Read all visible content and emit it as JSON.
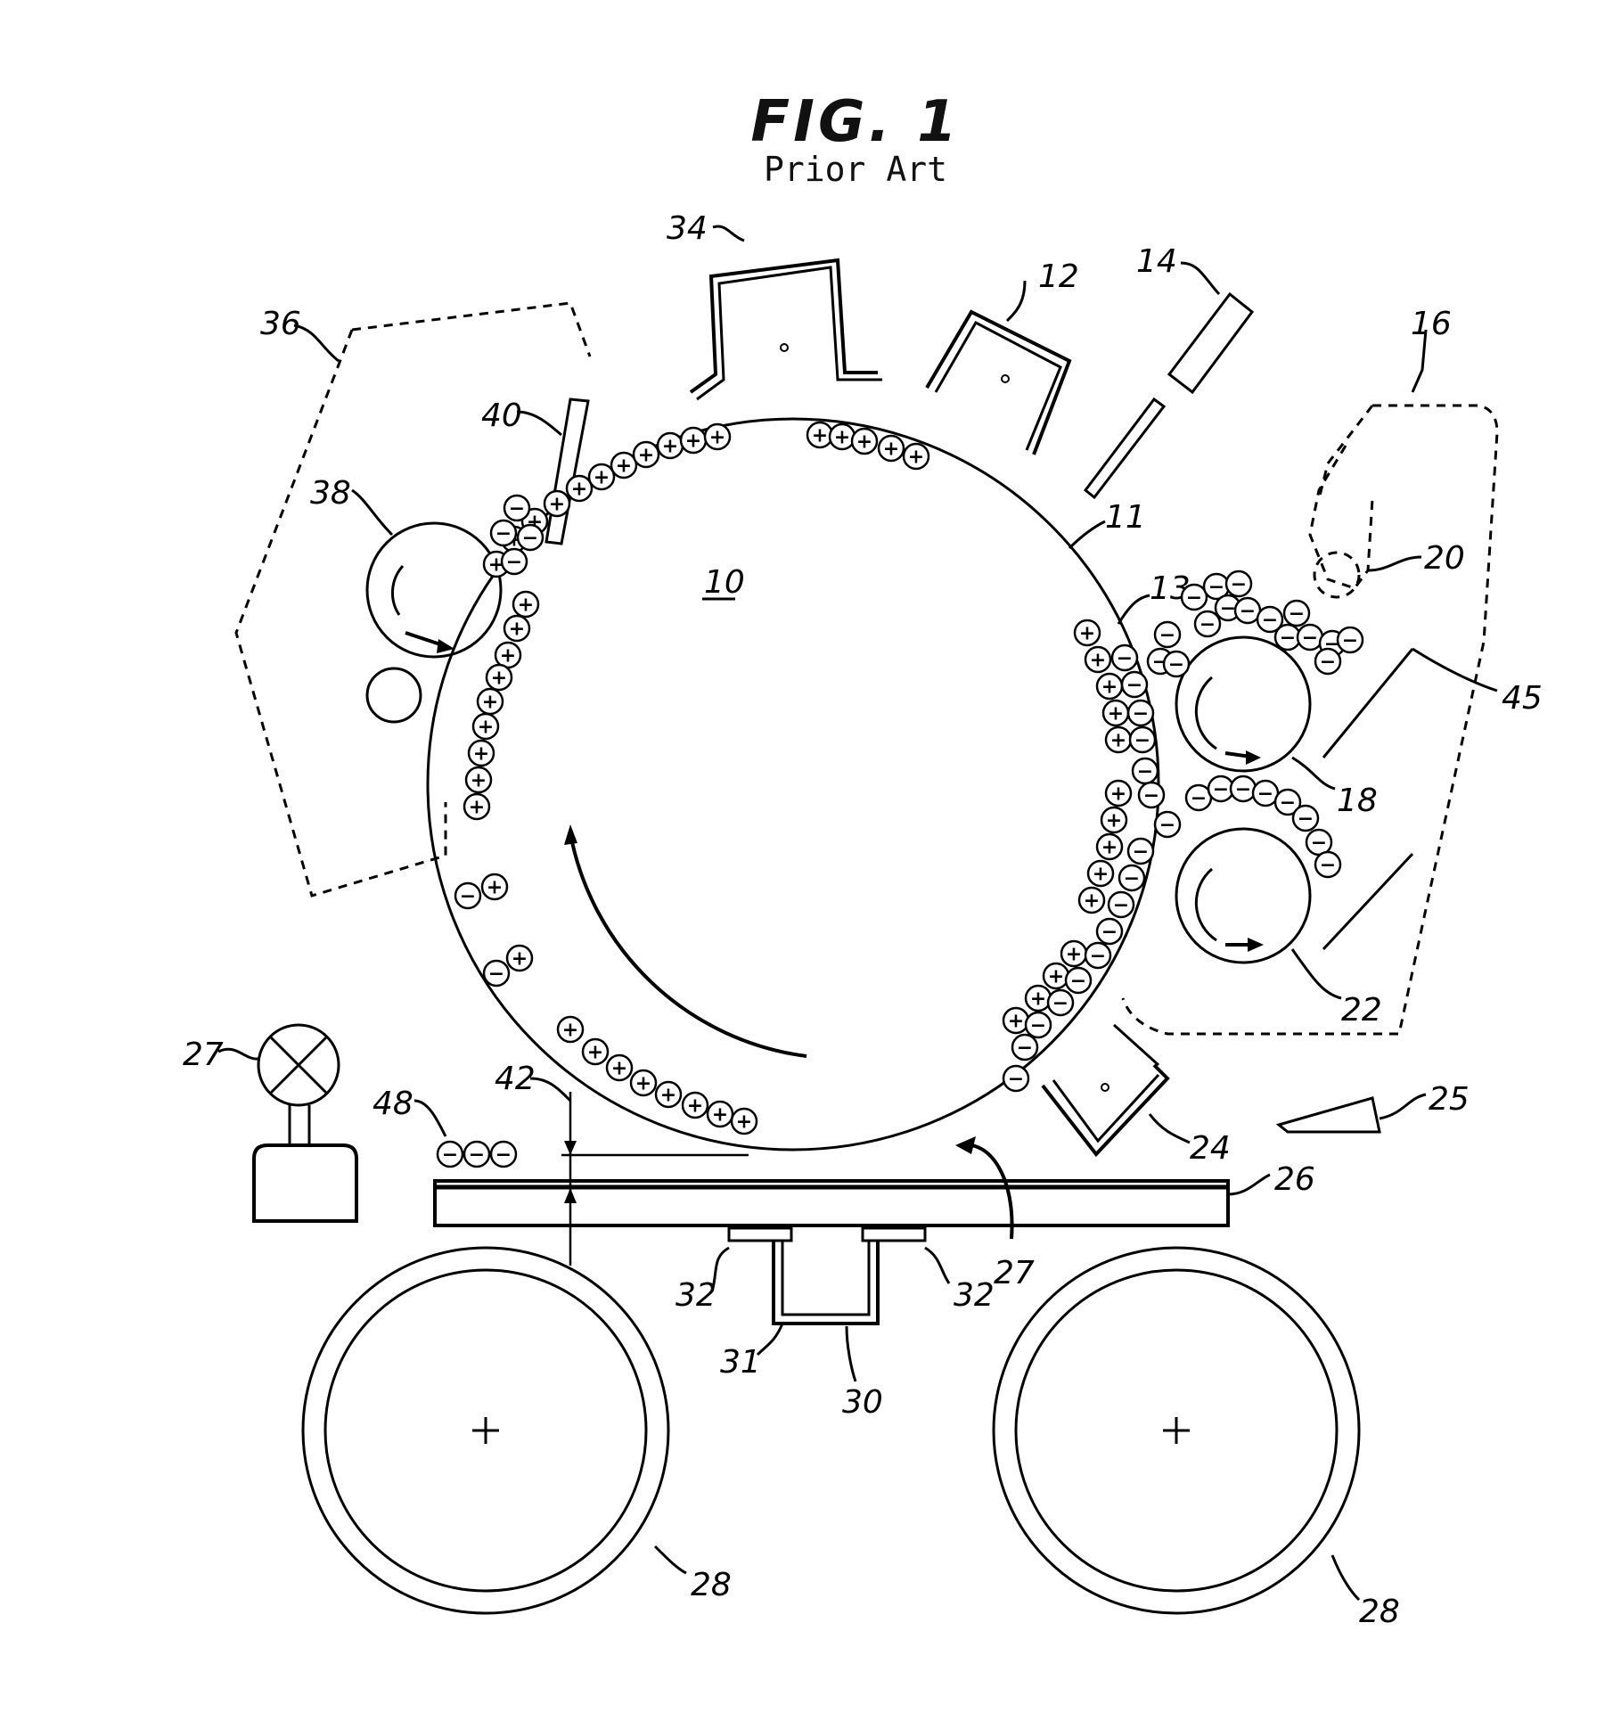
{
  "figure": {
    "title": "FIG. 1",
    "subtitle": "Prior Art"
  },
  "labels": {
    "n10": "10",
    "n11": "11",
    "n12": "12",
    "n13": "13",
    "n14": "14",
    "n16": "16",
    "n18": "18",
    "n20": "20",
    "n22": "22",
    "n24": "24",
    "n25": "25",
    "n26": "26",
    "n27a": "27",
    "n27b": "27",
    "n28a": "28",
    "n28b": "28",
    "n30": "30",
    "n31": "31",
    "n32a": "32",
    "n32b": "32",
    "n34": "34",
    "n36": "36",
    "n38": "38",
    "n40": "40",
    "n42": "42",
    "n45": "45",
    "n48": "48"
  },
  "charge_symbols": {
    "positive": "+",
    "negative": "−"
  },
  "colors": {
    "ink": "#000000",
    "paper": "#ffffff"
  }
}
